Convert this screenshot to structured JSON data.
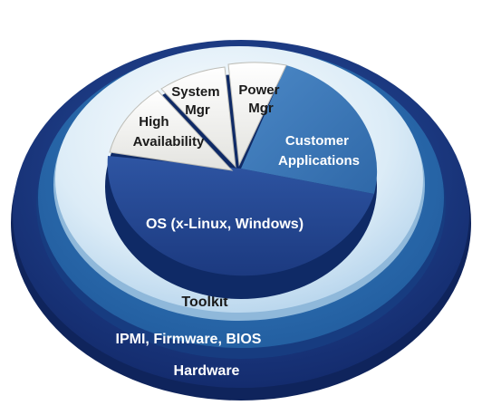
{
  "layers": {
    "hardware": {
      "label": "Hardware",
      "color": "#1c3a86"
    },
    "ipmi": {
      "label": "IPMI, Firmware, BIOS",
      "color": "#2a6aad"
    },
    "toolkit": {
      "label": "Toolkit",
      "color": "#d3e9f6"
    }
  },
  "pie": {
    "os": {
      "label_lines": [
        "OS (x-Linux, Windows)"
      ],
      "color": "#23458f"
    },
    "customer": {
      "label_lines": [
        "Customer",
        "Applications"
      ],
      "color": "#3d78b8"
    },
    "power": {
      "label_lines": [
        "Power",
        "Mgr"
      ],
      "color": "#f3f3f1"
    },
    "system": {
      "label_lines": [
        "System",
        "Mgr"
      ],
      "color": "#f3f3f1"
    },
    "high_availability": {
      "label_lines": [
        "High",
        "Availability"
      ],
      "color": "#f3f3f1"
    }
  }
}
